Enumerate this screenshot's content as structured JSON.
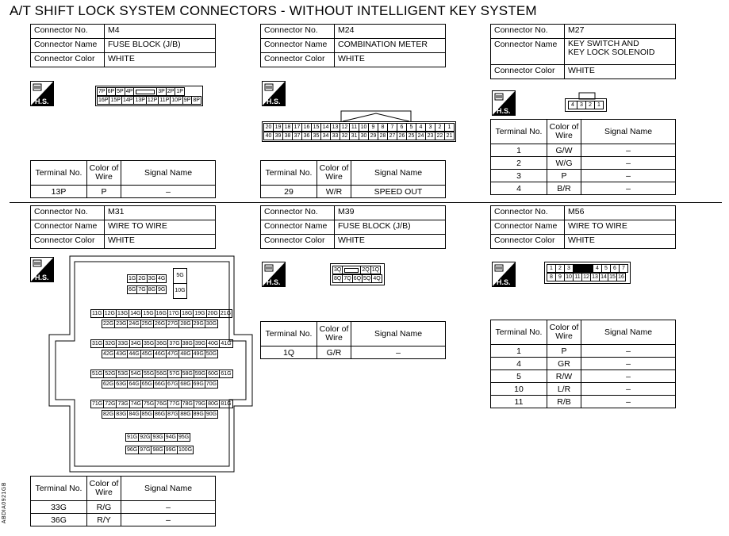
{
  "title": "A/T SHIFT LOCK SYSTEM CONNECTORS - WITHOUT INTELLIGENT KEY SYSTEM",
  "labels": {
    "connector_no": "Connector No.",
    "connector_name": "Connector Name",
    "connector_color": "Connector Color",
    "terminal_no": "Terminal No.",
    "color_of_wire": "Color of Wire",
    "signal_name": "Signal Name",
    "hs": "H.S."
  },
  "connectors": {
    "m4": {
      "no": "M4",
      "name": "FUSE BLOCK (J/B)",
      "color": "WHITE",
      "top_row": [
        "7P",
        "6P",
        "5P",
        "4P",
        "",
        "3P",
        "2P",
        "1P"
      ],
      "bottom_row": [
        "16P",
        "15P",
        "14P",
        "13P",
        "12P",
        "11P",
        "10P",
        "9P",
        "8P"
      ],
      "rows": [
        [
          "13P",
          "P",
          "–"
        ]
      ]
    },
    "m24": {
      "no": "M24",
      "name": "COMBINATION METER",
      "color": "WHITE",
      "top_row": [
        "20",
        "19",
        "18",
        "17",
        "16",
        "15",
        "14",
        "13",
        "12",
        "11",
        "10",
        "9",
        "8",
        "7",
        "6",
        "5",
        "4",
        "3",
        "2",
        "1"
      ],
      "bottom_row": [
        "40",
        "39",
        "38",
        "37",
        "36",
        "35",
        "34",
        "33",
        "32",
        "31",
        "30",
        "29",
        "28",
        "27",
        "26",
        "25",
        "24",
        "23",
        "22",
        "21"
      ],
      "rows": [
        [
          "29",
          "W/R",
          "SPEED OUT"
        ]
      ]
    },
    "m27": {
      "no": "M27",
      "name_line1": "KEY SWITCH AND",
      "name_line2": "KEY LOCK SOLENOID",
      "color": "WHITE",
      "pins": [
        "4",
        "3",
        "2",
        "1"
      ],
      "rows": [
        [
          "1",
          "G/W",
          "–"
        ],
        [
          "2",
          "W/G",
          "–"
        ],
        [
          "3",
          "P",
          "–"
        ],
        [
          "4",
          "B/R",
          "–"
        ]
      ]
    },
    "m31": {
      "no": "M31",
      "name": "WIRE TO WIRE",
      "color": "WHITE",
      "g1_top": [
        "1G",
        "2G",
        "3G",
        "4G"
      ],
      "g1_tall": "5G",
      "g1_bottom": [
        "6G",
        "7G",
        "8G",
        "9G"
      ],
      "g1_tall2": "10G",
      "r1a": [
        "11G",
        "12G",
        "13G",
        "14G",
        "15G",
        "16G",
        "17G",
        "18G",
        "19G",
        "20G",
        "21G"
      ],
      "r1b": [
        "22G",
        "23G",
        "24G",
        "25G",
        "26G",
        "27G",
        "28G",
        "29G",
        "30G"
      ],
      "r2a": [
        "31G",
        "32G",
        "33G",
        "34G",
        "35G",
        "36G",
        "37G",
        "38G",
        "39G",
        "40G",
        "41G"
      ],
      "r2b": [
        "42G",
        "43G",
        "44G",
        "45G",
        "46G",
        "47G",
        "48G",
        "49G",
        "50G"
      ],
      "r3a": [
        "51G",
        "52G",
        "53G",
        "54G",
        "55G",
        "56G",
        "57G",
        "58G",
        "59G",
        "60G",
        "61G"
      ],
      "r3b": [
        "62G",
        "63G",
        "64G",
        "65G",
        "66G",
        "67G",
        "68G",
        "69G",
        "70G"
      ],
      "r4a": [
        "71G",
        "72G",
        "73G",
        "74G",
        "75G",
        "76G",
        "77G",
        "78G",
        "79G",
        "80G",
        "81G"
      ],
      "r4b": [
        "82G",
        "83G",
        "84G",
        "85G",
        "86G",
        "87G",
        "88G",
        "89G",
        "90G"
      ],
      "b_top": [
        "91G",
        "92G",
        "93G",
        "94G",
        "95G"
      ],
      "b_bottom": [
        "96G",
        "97G",
        "98G",
        "99G",
        "100G"
      ],
      "rows": [
        [
          "33G",
          "R/G",
          "–"
        ],
        [
          "36G",
          "R/Y",
          "–"
        ]
      ]
    },
    "m39": {
      "no": "M39",
      "name": "FUSE BLOCK (J/B)",
      "color": "WHITE",
      "top_row": [
        "3Q",
        "",
        "2Q",
        "1Q"
      ],
      "bottom_row": [
        "8Q",
        "7Q",
        "6Q",
        "5Q",
        "4Q"
      ],
      "rows": [
        [
          "1Q",
          "G/R",
          "–"
        ]
      ]
    },
    "m56": {
      "no": "M56",
      "name": "WIRE TO WIRE",
      "color": "WHITE",
      "top_row": [
        "1",
        "2",
        "3",
        "",
        "4",
        "5",
        "6",
        "7"
      ],
      "bottom_row": [
        "8",
        "9",
        "10",
        "11",
        "12",
        "13",
        "14",
        "15",
        "16"
      ],
      "rows": [
        [
          "1",
          "P",
          "–"
        ],
        [
          "4",
          "GR",
          "–"
        ],
        [
          "5",
          "R/W",
          "–"
        ],
        [
          "10",
          "L/R",
          "–"
        ],
        [
          "11",
          "R/B",
          "–"
        ]
      ]
    }
  },
  "side_code": "ABDIA0921GB"
}
